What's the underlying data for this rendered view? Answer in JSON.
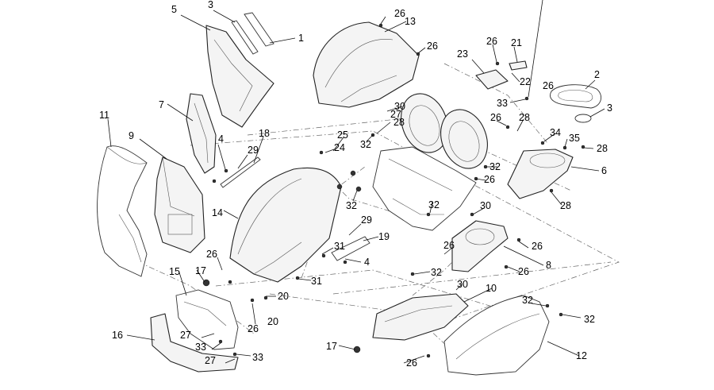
{
  "callouts": [
    {
      "id": "c1",
      "text": "1"
    },
    {
      "id": "c2",
      "text": "2"
    },
    {
      "id": "c3a",
      "text": "3"
    },
    {
      "id": "c3b",
      "text": "3"
    },
    {
      "id": "c4a",
      "text": "4"
    },
    {
      "id": "c4b",
      "text": "4"
    },
    {
      "id": "c5",
      "text": "5"
    },
    {
      "id": "c6",
      "text": "6"
    },
    {
      "id": "c7",
      "text": "7"
    },
    {
      "id": "c8",
      "text": "8"
    },
    {
      "id": "c9",
      "text": "9"
    },
    {
      "id": "c10",
      "text": "10"
    },
    {
      "id": "c11",
      "text": "11"
    },
    {
      "id": "c12",
      "text": "12"
    },
    {
      "id": "c13",
      "text": "13"
    },
    {
      "id": "c14",
      "text": "14"
    },
    {
      "id": "c15",
      "text": "15"
    },
    {
      "id": "c16",
      "text": "16"
    },
    {
      "id": "c17a",
      "text": "17"
    },
    {
      "id": "c17b",
      "text": "17"
    },
    {
      "id": "c18",
      "text": "18"
    },
    {
      "id": "c19",
      "text": "19"
    },
    {
      "id": "c20a",
      "text": "20"
    },
    {
      "id": "c20b",
      "text": "20"
    },
    {
      "id": "c21",
      "text": "21"
    },
    {
      "id": "c22",
      "text": "22"
    },
    {
      "id": "c23",
      "text": "23"
    },
    {
      "id": "c24",
      "text": "24"
    },
    {
      "id": "c25",
      "text": "25"
    },
    {
      "id": "c26a",
      "text": "26"
    },
    {
      "id": "c26b",
      "text": "26"
    },
    {
      "id": "c26c",
      "text": "26"
    },
    {
      "id": "c26d",
      "text": "26"
    },
    {
      "id": "c26e",
      "text": "26"
    },
    {
      "id": "c26f",
      "text": "26"
    },
    {
      "id": "c26g",
      "text": "26"
    },
    {
      "id": "c26h",
      "text": "26"
    },
    {
      "id": "c26i",
      "text": "26"
    },
    {
      "id": "c26j",
      "text": "26"
    },
    {
      "id": "c26k",
      "text": "26"
    },
    {
      "id": "c26l",
      "text": "26"
    },
    {
      "id": "c27a",
      "text": "27"
    },
    {
      "id": "c27b",
      "text": "27"
    },
    {
      "id": "c27c",
      "text": "27"
    },
    {
      "id": "c28a",
      "text": "28"
    },
    {
      "id": "c28b",
      "text": "28"
    },
    {
      "id": "c28c",
      "text": "28"
    },
    {
      "id": "c28d",
      "text": "28"
    },
    {
      "id": "c29a",
      "text": "29"
    },
    {
      "id": "c29b",
      "text": "29"
    },
    {
      "id": "c30a",
      "text": "30"
    },
    {
      "id": "c30b",
      "text": "30"
    },
    {
      "id": "c30c",
      "text": "30"
    },
    {
      "id": "c31a",
      "text": "31"
    },
    {
      "id": "c31b",
      "text": "31"
    },
    {
      "id": "c32a",
      "text": "32"
    },
    {
      "id": "c32b",
      "text": "32"
    },
    {
      "id": "c32c",
      "text": "32"
    },
    {
      "id": "c32d",
      "text": "32"
    },
    {
      "id": "c32e",
      "text": "32"
    },
    {
      "id": "c32f",
      "text": "32"
    },
    {
      "id": "c32g",
      "text": "32"
    },
    {
      "id": "c33a",
      "text": "33"
    },
    {
      "id": "c33b",
      "text": "33"
    },
    {
      "id": "c33c",
      "text": "33"
    },
    {
      "id": "c34",
      "text": "34"
    },
    {
      "id": "c35",
      "text": "35"
    }
  ]
}
